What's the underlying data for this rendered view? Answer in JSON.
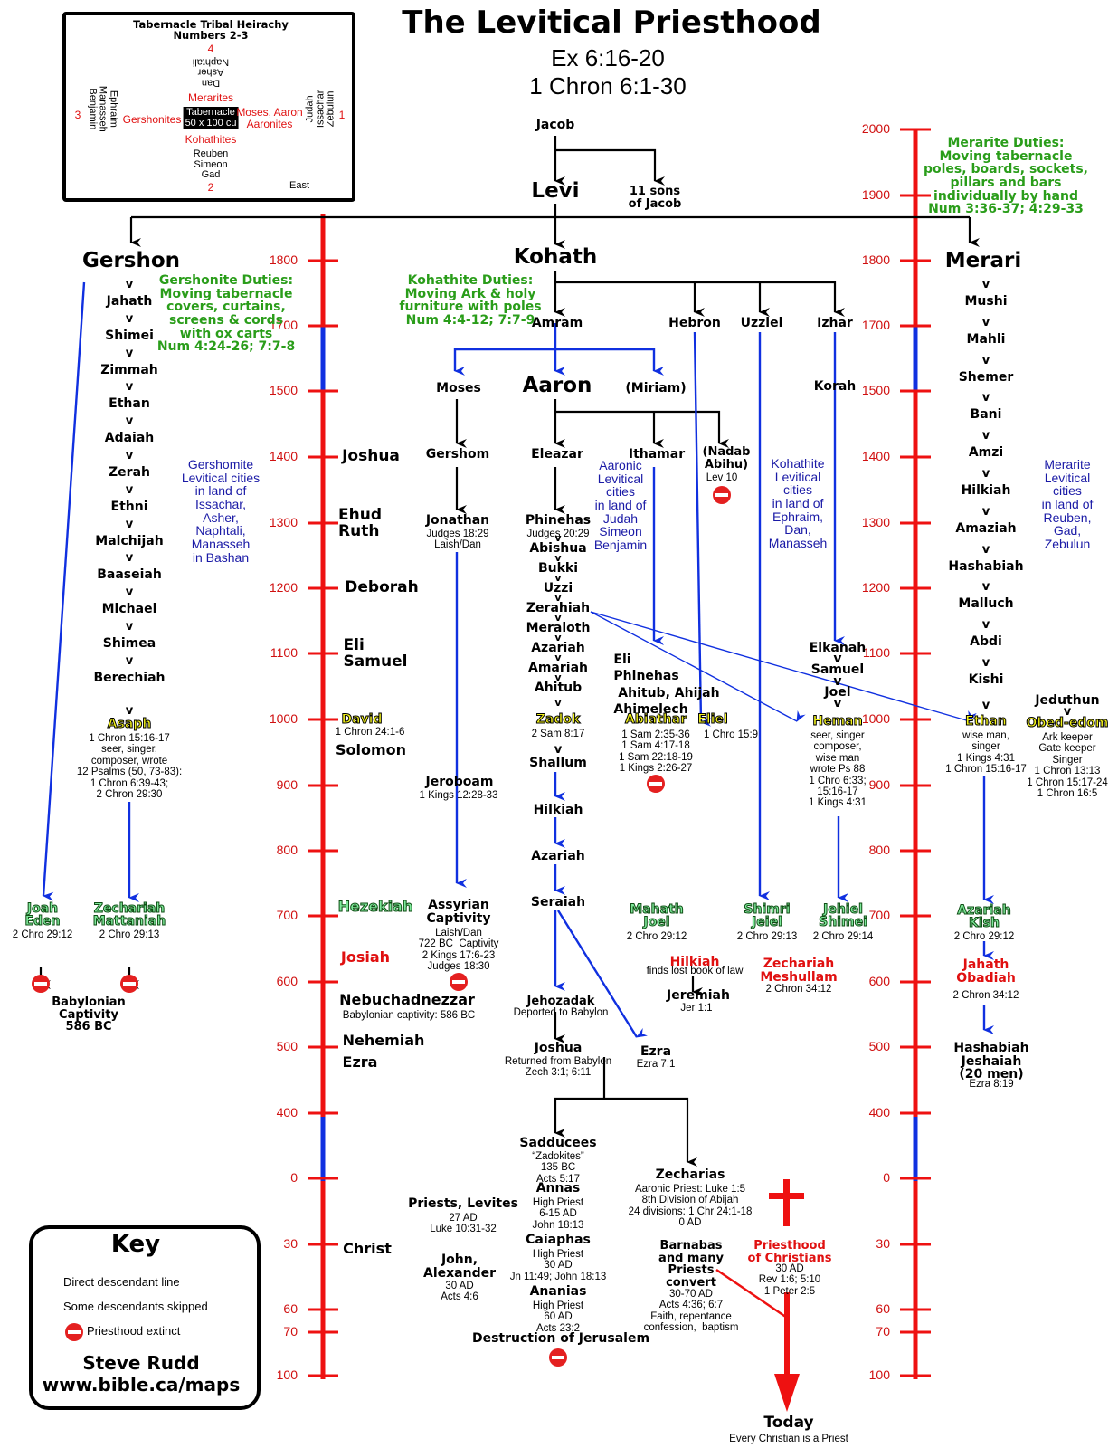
{
  "title": "The Levitical Priesthood",
  "subtitle_lines": [
    "Ex 6:16-20",
    "1 Chron 6:1-30"
  ],
  "tribal_box": {
    "title": "Tabernacle Tribal Heirachy",
    "subtitle": "Numbers 2-3",
    "north_num": "4",
    "north_tribes": "Dan\nAsher\nNaphtali",
    "merarites": "Merarites",
    "gershonites": "Gershonites",
    "tabernacle": "Tabernacle\n50 x 100 cu",
    "moses_aaron": "Moses, Aaron\nAaronites",
    "kohathites": "Kohathites",
    "south_tribes": "Reuben\nSimeon\nGad",
    "south_num": "2",
    "west_num": "3",
    "west_tribes": "Ephraim\nManasseh\nBenjamin",
    "east_num": "1",
    "east_tribes": "Judah\nIssachar\nZebulun",
    "east_label": "East"
  },
  "top": {
    "jacob": "Jacob",
    "levi": "Levi",
    "eleven_sons": "11 sons\nof Jacob",
    "gershon": "Gershon",
    "kohath": "Kohath",
    "merari": "Merari"
  },
  "timeline_left": {
    "ticks": [
      "1800",
      "1700",
      "1500",
      "1400",
      "1300",
      "1200",
      "1100",
      "1000",
      "900",
      "800",
      "700",
      "600",
      "500",
      "400",
      "0",
      "30",
      "60",
      "70",
      "100"
    ]
  },
  "timeline_right": {
    "ticks": [
      "2000",
      "1900",
      "1800",
      "1700",
      "1500",
      "1400",
      "1300",
      "1200",
      "1100",
      "1000",
      "900",
      "800",
      "700",
      "600",
      "500",
      "400",
      "0",
      "30",
      "60",
      "70",
      "100"
    ]
  },
  "timeline_events": {
    "joshua": "Joshua",
    "ehud_ruth": "Ehud\nRuth",
    "deborah": "Deborah",
    "eli_samuel": "Eli\nSamuel",
    "david": "David",
    "david_ref": "1 Chron 24:1-6",
    "solomon": "Solomon",
    "hezekiah": "Hezekiah",
    "josiah": "Josiah",
    "nebuchadnezzar": "Nebuchadnezzar",
    "nebuchadnezzar_ref": "Babylonian captivity: 586 BC",
    "nehemiah": "Nehemiah",
    "ezra": "Ezra",
    "christ": "Christ"
  },
  "gershon_line": {
    "names": [
      "Jahath",
      "Shimei",
      "Zimmah",
      "Ethan",
      "Adaiah",
      "Zerah",
      "Ethni",
      "Malchijah",
      "Baaseiah",
      "Michael",
      "Shimea",
      "Berechiah"
    ],
    "duties": "Gershonite Duties:\nMoving tabernacle\ncovers, curtains,\nscreens & cords\nwith ox carts\nNum 4:24-26; 7:7-8",
    "cities": "Gershomite\nLevitical cities\nin land of\nIssachar,\nAsher,\nNaphtali,\nManasseh\nin Bashan",
    "asaph": "Asaph",
    "asaph_ref": "1 Chron 15:16-17\nseer, singer,\ncomposer, wrote\n12 Psalms (50, 73-83):\n1 Chron 6:39-43;\n2 Chron 29:30",
    "joah_eden": "Joah\nEden",
    "joah_ref": "2 Chro 29:12",
    "zechariah_mattaniah": "Zechariah\nMattaniah",
    "zechariah_ref": "2 Chro 29:13",
    "captivity": "Babylonian\nCaptivity\n586 BC"
  },
  "kohath_line": {
    "duties": "Kohathite Duties:\nMoving Ark & holy\nfurniture with poles\nNum 4:4-12; 7:7-9",
    "amram": "Amram",
    "hebron": "Hebron",
    "uzziel": "Uzziel",
    "izhar": "Izhar",
    "moses": "Moses",
    "aaron": "Aaron",
    "miriam": "(Miriam)",
    "korah": "Korah",
    "gershom": "Gershom",
    "jonathan": "Jonathan",
    "jonathan_ref": "Judges 18:29\nLaish/Dan",
    "jeroboam": "Jeroboam",
    "jeroboam_ref": "1 Kings 12:28-33",
    "assyrian": "Assyrian\nCaptivity",
    "assyrian_ref": "Laish/Dan\n722 BC  Captivity\n2 Kings 17:6-23\nJudges 18:30",
    "eleazar": "Eleazar",
    "ithamar": "Ithamar",
    "nadab": "(Nadab\nAbihu)",
    "nadab_ref": "Lev 10",
    "aaronic_cities": "Aaronic\nLevitical\ncities\nin land of\nJudah\nSimeon\nBenjamin",
    "kohathite_cities": "Kohathite\nLevitical\ncities\nin land of\nEphraim,\nDan,\nManasseh",
    "phinehas": "Phinehas",
    "phinehas_ref": "Judges 20:29",
    "eleazar_line": [
      "Abishua",
      "Bukki",
      "Uzzi",
      "Zerahiah",
      "Meraioth",
      "Azariah",
      "Amariah",
      "Ahitub"
    ],
    "zadok": "Zadok",
    "zadok_ref": "2 Sam 8:17",
    "shallum": "Shallum",
    "hilkiah": "Hilkiah",
    "azariah2": "Azariah",
    "seraiah": "Seraiah",
    "jehozadak": "Jehozadak",
    "jehozadak_ref": "Deported to Babylon",
    "joshua": "Joshua",
    "joshua_ref": "Returned from Babylon\nZech 3:1; 6:11",
    "ezra": "Ezra",
    "ezra_ref": "Ezra 7:1",
    "eli_line": "Eli\nPhinehas\n Ahitub, Ahijah\nAhimelech",
    "abiathar": "Abiathar",
    "abiathar_ref": "1 Sam 2:35-36\n1 Sam 4:17-18\n1 Sam 22:18-19\n1 Kings 2:26-27",
    "eliel": "Eliel",
    "eliel_ref": "1 Chro 15:9",
    "izhar_line": "Elkanah\nv\nSamuel\nv\nJoel\nv",
    "heman": "Heman",
    "heman_ref": "seer, singer\ncomposer,\nwise man\nwrote Ps 88\n1 Chro 6:33;\n15:16-17\n1 Kings 4:31",
    "mahath_joel": "Mahath\nJoel",
    "mahath_ref": "2 Chro 29:12",
    "shimri_jeiel": "Shimri\nJeiel",
    "shimri_ref": "2 Chro 29:13",
    "jehiel_shimei": "Jehiel\nShimei",
    "jehiel_ref": "2 Chro 29:14",
    "hilkiah_red": "Hilkiah",
    "hilkiah_ref": "finds lost book of law",
    "jeremiah": "Jeremiah",
    "jeremiah_ref": "Jer 1:1",
    "zech_meshullam": "Zechariah\nMeshullam",
    "zech_meshullam_ref": "2 Chron 34:12"
  },
  "nt": {
    "sadducees": "Sadducees",
    "sadducees_ref": "“Zadokites”\n135 BC\nActs 5:17",
    "annas": "Annas",
    "annas_ref": "High Priest\n6-15 AD\nJohn 18:13",
    "caiaphas": "Caiaphas",
    "caiaphas_ref": "High Priest\n30 AD\nJn 11:49; John 18:13",
    "ananias": "Ananias",
    "ananias_ref": "High Priest\n60 AD\nActs 23:2",
    "destruction": "Destruction of Jerusalem",
    "priests_levites": "Priests, Levites",
    "priests_ref": "27 AD\nLuke 10:31-32",
    "john_alexander": "John,\nAlexander",
    "john_ref": "30 AD\nActs 4:6",
    "zecharias": "Zecharias",
    "zecharias_ref": "Aaronic Priest: Luke 1:5\n8th Division of Abijah\n24 divisions: 1 Chr 24:1-18\n0 AD",
    "barnabas": "Barnabas\nand many\nPriests\nconvert",
    "barnabas_ref": "30-70 AD\nActs 4:36; 6:7\nFaith, repentance\nconfession,  baptism",
    "christians": "Priesthood\nof Christians",
    "christians_ref": "30 AD\nRev 1:6; 5:10\n1 Peter 2:5",
    "today": "Today",
    "today_ref": "Every Christian is a Priest"
  },
  "merari_line": {
    "duties": "Merarite Duties:\nMoving tabernacle\npoles, boards, sockets,\npillars and bars\nindividually by hand\nNum 3:36-37; 4:29-33",
    "names": [
      "Mushi",
      "Mahli",
      "Shemer",
      "Bani",
      "Amzi",
      "Hilkiah",
      "Amaziah",
      "Hashabiah",
      "Malluch",
      "Abdi",
      "Kishi"
    ],
    "cities": "Merarite\nLevitical\ncities\nin land of\nReuben,\nGad,\nZebulun",
    "ethan": "Ethan",
    "ethan_ref": "wise man,\nsinger\n1 Kings 4:31\n1 Chron 15:16-17",
    "jeduthun": "Jeduthun",
    "obed_edom": "Obed-edom",
    "obed_ref": "Ark keeper\nGate keeper\nSinger\n1 Chron 13:13\n1 Chron 15:17-24\n1 Chron 16:5",
    "azariah_kish": "Azariah\nKish",
    "azariah_ref": "2 Chro 29:12",
    "jahath_obadiah": "Jahath\nObadiah",
    "jahath_ref": "2 Chron 34:12",
    "hashabiah": "Hashabiah\nJeshaiah\n(20 men)",
    "hashabiah_ref": "Ezra 8:19"
  },
  "key": {
    "title": "Key",
    "direct": "Direct descendant line",
    "skipped": "Some descendants skipped",
    "extinct": "Priesthood extinct",
    "author": "Steve Rudd",
    "url": "www.bible.ca/maps"
  },
  "colors": {
    "timeline_red": "#ee1111",
    "skip_blue": "#1030e0",
    "duty_green": "#2a9d1a",
    "city_blue": "#1a1aa6"
  }
}
